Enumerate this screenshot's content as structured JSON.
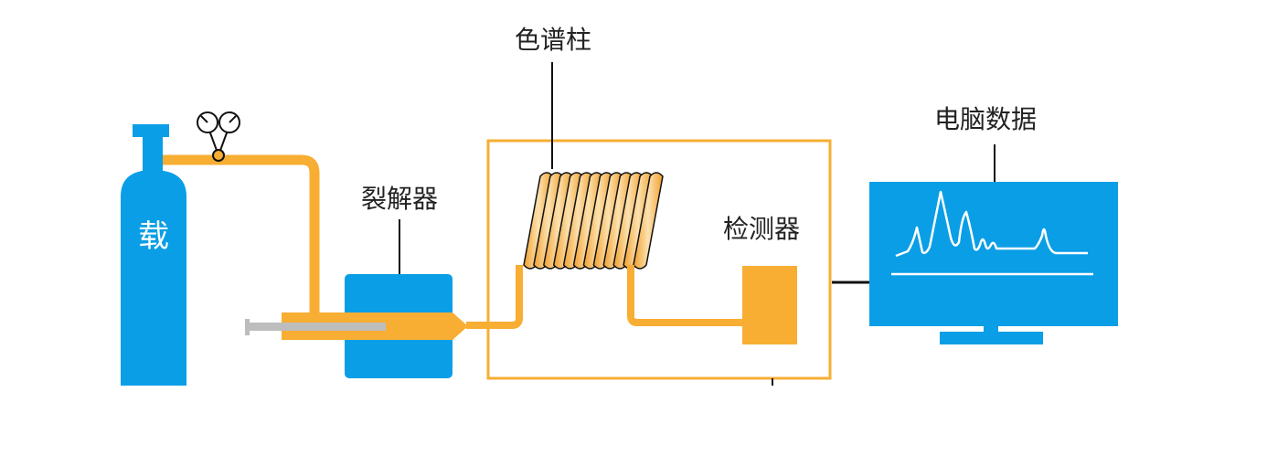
{
  "labels": {
    "carrier": "载",
    "pyrolyzer": "裂解器",
    "column": "色谱柱",
    "detector": "检测器",
    "computer": "电脑数据"
  },
  "colors": {
    "blue": "#0a9ee6",
    "orange": "#f7ae33",
    "gray": "#bdbdbd",
    "line": "#111111",
    "white": "#ffffff"
  },
  "icons": {
    "gauge": "pressure-gauge-icon",
    "syringe": "injection-needle-icon"
  }
}
